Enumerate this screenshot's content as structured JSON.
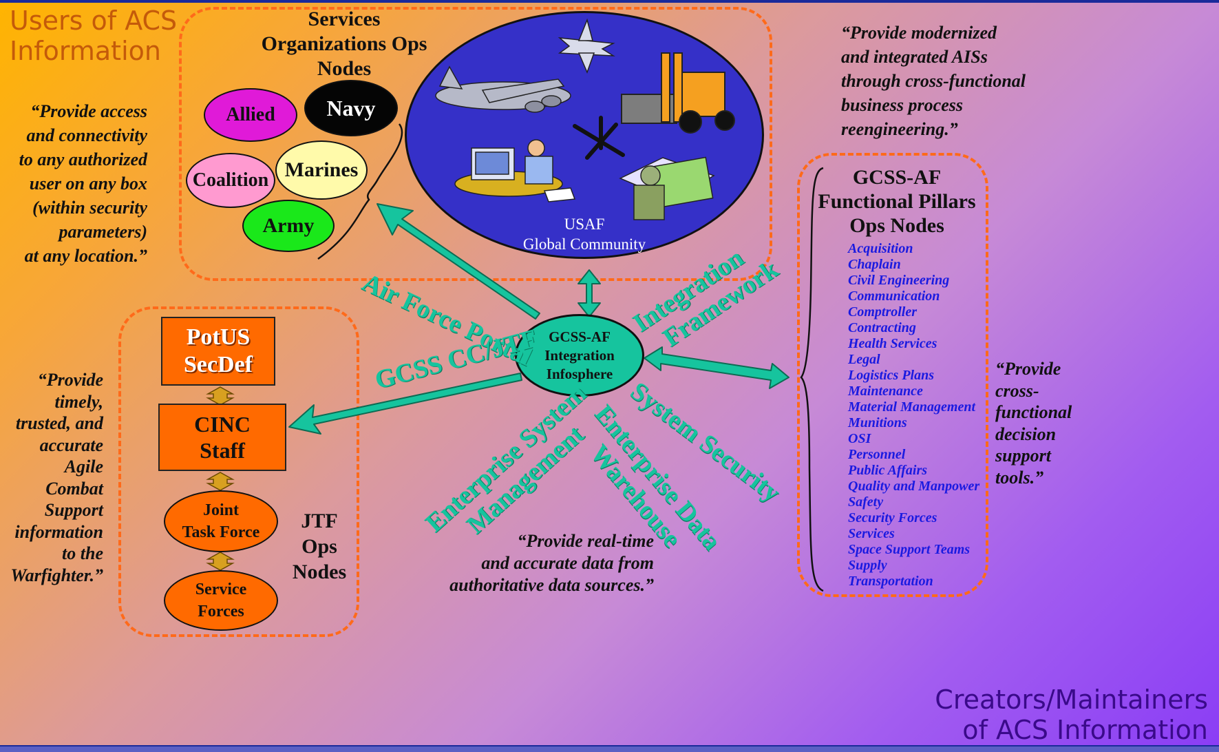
{
  "corners": {
    "users": [
      "Users of ACS",
      "Information"
    ],
    "creators": [
      "Creators/Maintainers",
      "of ACS Information"
    ]
  },
  "services": {
    "title": [
      "Services",
      "Organizations Ops",
      "Nodes"
    ],
    "nodes": {
      "allied": "Allied",
      "navy": "Navy",
      "coalition": "Coalition",
      "marines": "Marines",
      "army": "Army"
    }
  },
  "usaf": {
    "line1": "USAF",
    "line2": "Global Community"
  },
  "quotes": {
    "access": [
      "“Provide access",
      "and connectivity",
      "to any authorized",
      "user on any box",
      "(within security",
      "parameters)",
      "at any location.”"
    ],
    "modernized": [
      "“Provide modernized",
      "and integrated AISs",
      "through cross-functional",
      "business process",
      "reengineering.”"
    ],
    "warfighter": [
      "“Provide",
      "timely,",
      "trusted, and",
      "accurate",
      "Agile",
      "Combat",
      "Support",
      "information",
      "to the",
      "Warfighter.”"
    ],
    "realtime": [
      "“Provide real-time",
      "and accurate data from",
      "authoritative data sources.”"
    ],
    "decision": [
      "“Provide",
      "cross-",
      "functional",
      "decision",
      "support",
      "tools.”"
    ]
  },
  "center": [
    "GCSS-AF",
    "Integration",
    "Infosphere"
  ],
  "connectors": {
    "portal": "Air Force Portal",
    "integration": [
      "Integration",
      "Framework"
    ],
    "gcss_cc": "GCSS CC/JTF",
    "esm": [
      "Enterprise System",
      "Management"
    ],
    "edw": [
      "Enterprise Data",
      "Warehouse"
    ],
    "security": "System Security"
  },
  "jtf": {
    "potus": [
      "PotUS",
      "SecDef"
    ],
    "cinc": [
      "CINC",
      "Staff"
    ],
    "joint": [
      "Joint",
      "Task Force"
    ],
    "service": [
      "Service",
      "Forces"
    ],
    "label": [
      "JTF",
      "Ops",
      "Nodes"
    ]
  },
  "pillars": {
    "title": [
      "GCSS-AF",
      "Functional Pillars",
      "Ops Nodes"
    ],
    "items": [
      "Acquisition",
      "Chaplain",
      "Civil Engineering",
      "Communication",
      "Comptroller",
      "Contracting",
      "Health Services",
      "Legal",
      "Logistics Plans",
      "Maintenance",
      "Material Management",
      "Munitions",
      "OSI",
      "Personnel",
      "Public Affairs",
      "Quality and Manpower",
      "Safety",
      "Security Forces",
      "Services",
      "Space Support Teams",
      "Supply",
      "Transportation"
    ]
  },
  "colors": {
    "accent_teal": "#16c49e",
    "dash_orange": "#ff6a1a",
    "usaf_blue": "#3530c8",
    "pillar_blue": "#1a1ae0"
  }
}
